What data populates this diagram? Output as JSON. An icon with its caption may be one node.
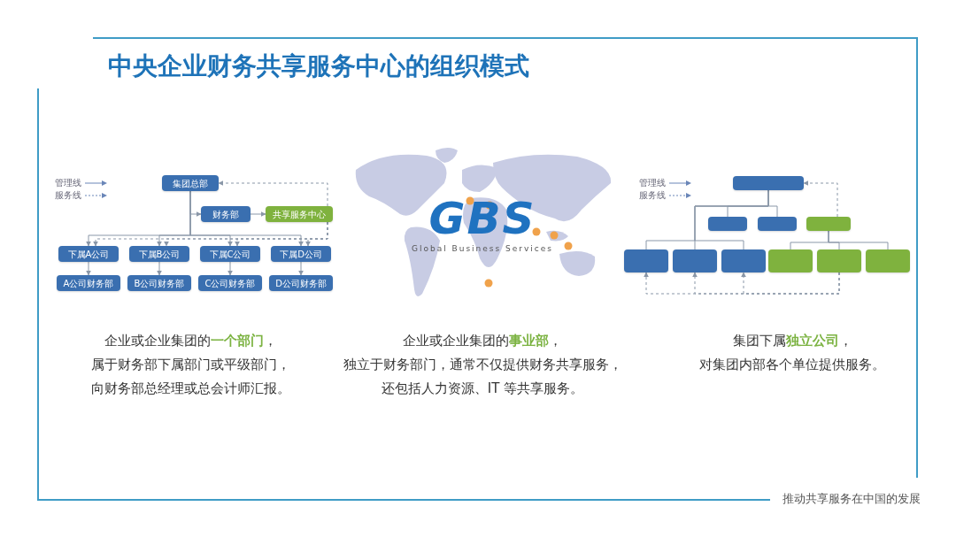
{
  "diagram": {
    "title": "中央企业财务共享服务中心的组织模式",
    "nodes": [
      {
        "text": [
          "集团总部"
        ]
      },
      {
        "text": [
          "财务部"
        ]
      },
      {
        "text": [
          "共享服务中心"
        ]
      },
      {
        "text": [
          "下属A公司"
        ]
      },
      {
        "text": [
          "下属B公司"
        ]
      },
      {
        "text": [
          "下属C公司"
        ]
      },
      {
        "text": [
          "下属D公司"
        ]
      },
      {
        "text": [
          "A公司财务部"
        ]
      },
      {
        "text": [
          "B公司财务部"
        ]
      },
      {
        "text": [
          "C公司财务部"
        ]
      },
      {
        "text": [
          "D公司财务部"
        ]
      },
      {
        "text": [],
        "shape": "box"
      },
      {
        "text": [],
        "shape": "box"
      },
      {
        "text": [],
        "shape": "box"
      },
      {
        "text": [],
        "shape": "box"
      },
      {
        "text": [],
        "shape": "box"
      },
      {
        "text": [],
        "shape": "box"
      },
      {
        "text": [],
        "shape": "box"
      },
      {
        "text": [],
        "shape": "box"
      },
      {
        "text": [],
        "shape": "box"
      },
      {
        "text": [],
        "shape": "box"
      }
    ],
    "edges": [
      {
        "from": 0,
        "to": 1,
        "arrow": "to"
      },
      {
        "from": 1,
        "to": 2,
        "arrow": "to"
      },
      {
        "from": 0,
        "to": 3,
        "arrow": "to"
      },
      {
        "from": 0,
        "to": 4,
        "arrow": "to"
      },
      {
        "from": 0,
        "to": 5,
        "arrow": "to"
      },
      {
        "from": 0,
        "to": 6,
        "arrow": "to"
      },
      {
        "from": 3,
        "to": 7,
        "arrow": "to"
      },
      {
        "from": 4,
        "to": 8,
        "arrow": "to"
      },
      {
        "from": 5,
        "to": 9,
        "arrow": "to"
      },
      {
        "from": 6,
        "to": 10,
        "arrow": "to"
      },
      {
        "from": 2,
        "to": 0,
        "arrow": "to",
        "style": "dashed"
      },
      {
        "from": 2,
        "to": 3,
        "arrow": "to",
        "style": "dashed"
      },
      {
        "from": 2,
        "to": 4,
        "arrow": "to",
        "style": "dashed"
      },
      {
        "from": 2,
        "to": 5,
        "arrow": "to",
        "style": "dashed"
      },
      {
        "from": 2,
        "to": 6,
        "arrow": "to",
        "style": "dashed"
      },
      {
        "from": 11,
        "to": 12,
        "arrow": "none"
      },
      {
        "from": 11,
        "to": 13,
        "arrow": "none"
      },
      {
        "from": 11,
        "to": 15,
        "arrow": "none"
      },
      {
        "from": 11,
        "to": 16,
        "arrow": "none"
      },
      {
        "from": 11,
        "to": 17,
        "arrow": "none"
      },
      {
        "from": 14,
        "to": 18,
        "arrow": "none"
      },
      {
        "from": 14,
        "to": 19,
        "arrow": "none"
      },
      {
        "from": 14,
        "to": 20,
        "arrow": "none"
      },
      {
        "from": 14,
        "to": 11,
        "arrow": "to",
        "style": "dashed"
      },
      {
        "from": 19,
        "to": 15,
        "arrow": "to",
        "style": "dashed"
      },
      {
        "from": 19,
        "to": 16,
        "arrow": "to",
        "style": "dashed"
      },
      {
        "from": 19,
        "to": 17,
        "arrow": "to",
        "style": "dashed"
      }
    ],
    "labels": [
      "GBS",
      "Global Business Services",
      "企业或企业集团的**一个部门**，",
      "属于财务部下属部门或平级部门，",
      "向财务部总经理或总会计师汇报。",
      "企业或企业集团的**事业部**，",
      "独立于财务部门，通常不仅提供财务共享服务，",
      "还包括人力资源、IT 等共享服务。",
      "集团下属**独立公司**，",
      "对集团内部各个单位提供服务。",
      "推动共享服务在中国的发展"
    ],
    "legend": [
      {
        "text": "管理线"
      },
      {
        "text": "服务线"
      },
      {
        "text": "管理线"
      },
      {
        "text": "服务线"
      }
    ]
  }
}
